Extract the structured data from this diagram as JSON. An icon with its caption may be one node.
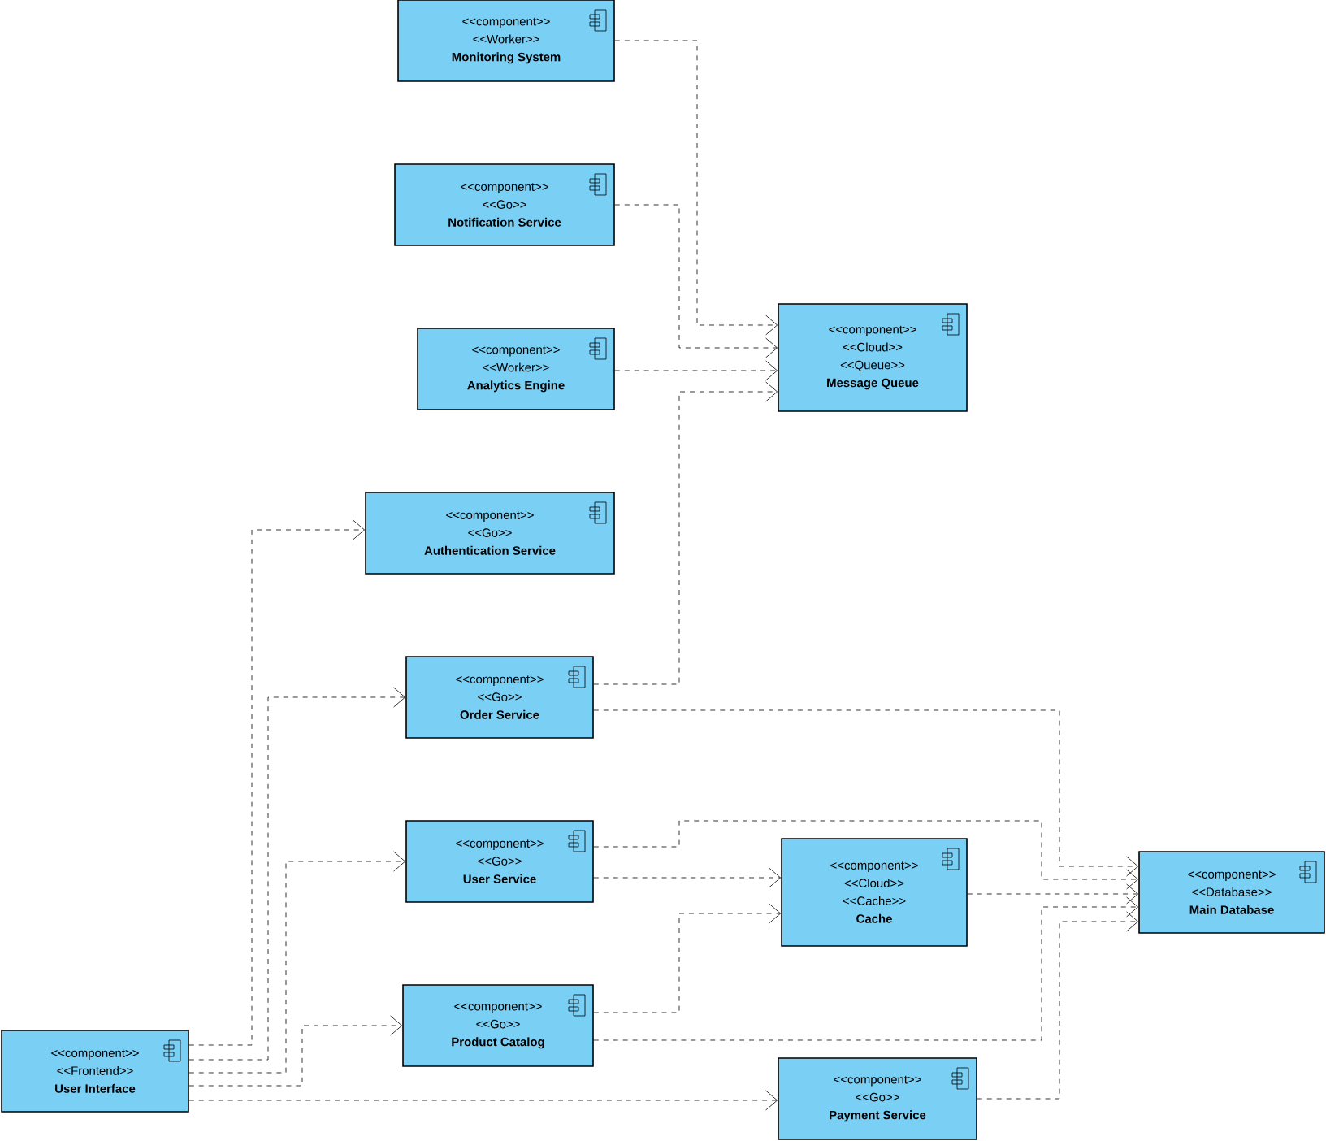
{
  "diagram": {
    "nodes": [
      {
        "text": [
          "<<component>>",
          "<<Worker>>",
          "Monitoring System"
        ]
      },
      {
        "text": [
          "<<component>>",
          "<<Go>>",
          "Notification Service"
        ]
      },
      {
        "text": [
          "<<component>>",
          "<<Worker>>",
          "Analytics Engine"
        ]
      },
      {
        "text": [
          "<<component>>",
          "<<Cloud>>",
          "<<Queue>>",
          "Message Queue"
        ]
      },
      {
        "text": [
          "<<component>>",
          "<<Go>>",
          "Authentication Service"
        ]
      },
      {
        "text": [
          "<<component>>",
          "<<Go>>",
          "Order Service"
        ]
      },
      {
        "text": [
          "<<component>>",
          "<<Go>>",
          "User Service"
        ]
      },
      {
        "text": [
          "<<component>>",
          "<<Cloud>>",
          "<<Cache>>",
          "Cache"
        ]
      },
      {
        "text": [
          "<<component>>",
          "<<Database>>",
          "Main Database"
        ]
      },
      {
        "text": [
          "<<component>>",
          "<<Go>>",
          "Product Catalog"
        ]
      },
      {
        "text": [
          "<<component>>",
          "<<Frontend>>",
          "User Interface"
        ]
      },
      {
        "text": [
          "<<component>>",
          "<<Go>>",
          "Payment Service"
        ]
      }
    ],
    "edges": [
      {
        "from": 0,
        "to": 3,
        "arrow": "to"
      },
      {
        "from": 1,
        "to": 3,
        "arrow": "to"
      },
      {
        "from": 2,
        "to": 3,
        "arrow": "to"
      },
      {
        "from": 5,
        "to": 3,
        "arrow": "to"
      },
      {
        "from": 10,
        "to": 4,
        "arrow": "to"
      },
      {
        "from": 10,
        "to": 5,
        "arrow": "to"
      },
      {
        "from": 10,
        "to": 6,
        "arrow": "to"
      },
      {
        "from": 10,
        "to": 9,
        "arrow": "to"
      },
      {
        "from": 10,
        "to": 11,
        "arrow": "to"
      },
      {
        "from": 5,
        "to": 8,
        "arrow": "to"
      },
      {
        "from": 6,
        "to": 8,
        "arrow": "to"
      },
      {
        "from": 6,
        "to": 7,
        "arrow": "to"
      },
      {
        "from": 9,
        "to": 7,
        "arrow": "to"
      },
      {
        "from": 7,
        "to": 8,
        "arrow": "to"
      },
      {
        "from": 9,
        "to": 8,
        "arrow": "to"
      },
      {
        "from": 11,
        "to": 8,
        "arrow": "to"
      }
    ]
  }
}
